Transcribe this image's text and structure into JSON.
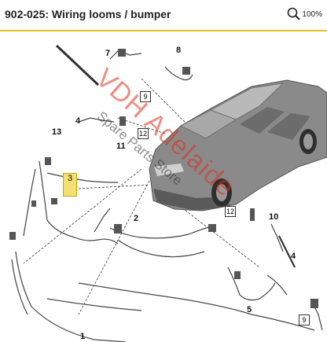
{
  "header": {
    "title": "902-025: Wiring looms / bumper",
    "zoom_label": "100%"
  },
  "callouts": {
    "c1": "1",
    "c2": "2",
    "c3": "3",
    "c4a": "4",
    "c4b": "4",
    "c5": "5",
    "c7": "7",
    "c8": "8",
    "c9a": "9",
    "c9b": "9",
    "c10": "10",
    "c11": "11",
    "c12a": "12",
    "c12b": "12",
    "c13": "13"
  },
  "watermark": {
    "main": "VDH Adelaide",
    "sub": "Spare Parts Store"
  },
  "colors": {
    "accent_line": "#e6c12a",
    "watermark": "#d9321e",
    "highlight_callout": "#f3df73"
  }
}
